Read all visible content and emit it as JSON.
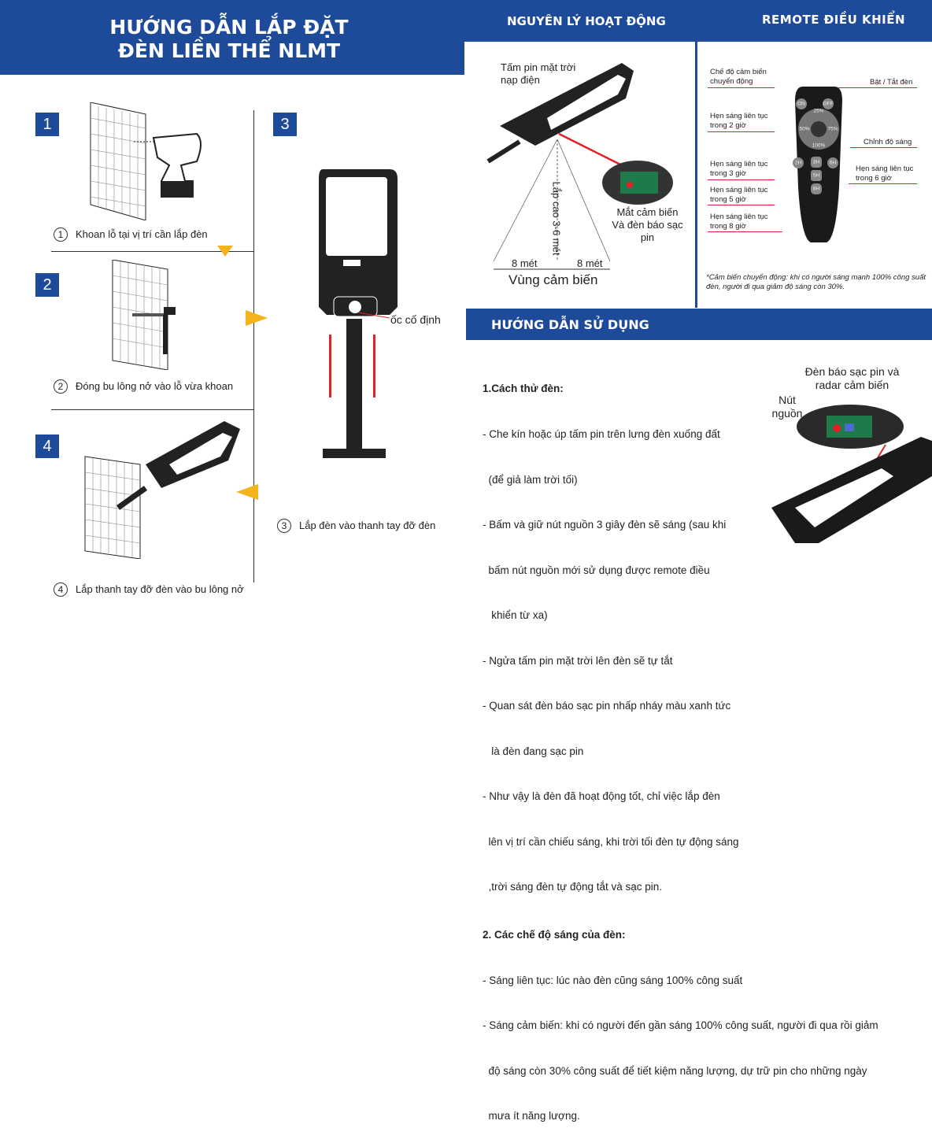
{
  "left": {
    "title_line1": "HƯỚNG DẪN LẮP ĐẶT",
    "title_line2": "ĐÈN LIỀN THỂ NLMT",
    "steps": [
      {
        "num": "1",
        "circle": "1",
        "caption": "Khoan lỗ tại vị trí cần lắp đèn"
      },
      {
        "num": "2",
        "circle": "2",
        "caption": "Đóng bu lông nở vào lỗ vừa khoan"
      },
      {
        "num": "3",
        "circle": "3",
        "caption": "Lắp đèn vào thanh tay đỡ đèn"
      },
      {
        "num": "4",
        "circle": "4",
        "caption": "Lắp thanh tay đỡ đèn vào bu lông nở"
      }
    ],
    "screw_label": "ốc cố định"
  },
  "principle": {
    "title": "NGUYÊN LÝ HOẠT ĐỘNG",
    "panel_label": "Tấm pin mặt trời nạp điện",
    "height_label": "Lắp cao 3-6 mét",
    "left_dist": "8 mét",
    "right_dist": "8 mét",
    "zone_label": "Vùng cảm biến",
    "sensor_label": "Mắt cảm biến Và đèn báo sạc pin"
  },
  "remote": {
    "title": "REMOTE ĐIỀU KHIỂN",
    "labels": {
      "motion": "Chế độ cảm biến chuyển động",
      "onoff": "Bật / Tắt đèn",
      "h2": "Hẹn sáng liên tục trong 2 giờ",
      "brightness": "Chỉnh độ sáng",
      "h3": "Hẹn sáng liên tục trong 3 giờ",
      "h6": "Hẹn sáng liên tục trong 6 giờ",
      "h5": "Hẹn sáng liên tục trong 5 giờ",
      "h8": "Hẹn sáng liên tục trong 8 giờ"
    },
    "buttons": {
      "on": "ON",
      "off": "OFF",
      "p25": "25%",
      "p50": "50%",
      "p75": "75%",
      "p100": "100%",
      "b2": "2H",
      "b3": "3H",
      "b5": "5H",
      "b6": "6H",
      "b8": "8H"
    },
    "note": "*Cảm biến chuyển động: khi có người sáng mạnh 100% công suất đèn, người đi qua giảm độ sáng còn 30%."
  },
  "usage": {
    "title": "HƯỚNG DẪN SỬ DỤNG",
    "s1_title": "1.Cách thử đèn:",
    "s1_items": [
      "- Che kín hoặc úp tấm pin trên lưng đèn xuống đất",
      "  (để giả làm trời tối)",
      "- Bấm và giữ nút nguồn 3 giây đèn sẽ sáng (sau khi",
      "  bấm nút nguồn mới sử dụng được remote điều",
      "   khiển từ xa)",
      "- Ngửa tấm pin mặt trời lên đèn sẽ tự tắt",
      "- Quan sát đèn báo sạc pin nhấp nháy màu xanh tức",
      "   là đèn đang sạc pin",
      "- Như vậy là đèn đã hoạt động tốt, chỉ việc lắp đèn",
      "  lên vị trí cần chiếu sáng, khi trời tối đèn tự động sáng",
      "  ,trời sáng đèn tự động tắt và sạc pin."
    ],
    "s2_title": "2. Các chế độ sáng của đèn:",
    "s2_items": [
      "- Sáng liên tục: lúc nào đèn cũng sáng 100% công suất",
      "- Sáng cảm biến: khi có người đến gần sáng 100% công suất, người đi qua rồi giảm",
      "  độ sáng còn 30% công suất để tiết kiệm năng lượng, dự trữ pin cho những ngày",
      "  mưa ít năng lượng."
    ],
    "indicator_label": "Đèn báo sạc pin và radar cảm biến",
    "power_label": "Nút nguồn"
  },
  "colors": {
    "brand": "#1e4a9a",
    "accent": "#f5b21b",
    "red": "#e32028"
  }
}
